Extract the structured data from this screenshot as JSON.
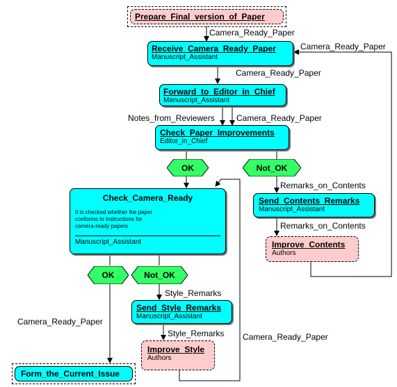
{
  "nodes": {
    "prepare": {
      "title": "Prepare_Final_version_of_Paper"
    },
    "receive": {
      "title": "Receive_Camera_Ready_Paper",
      "role": "Manuscript_Assistant"
    },
    "forward": {
      "title": "Forward_to_Editor_in_Chief",
      "role": "Manuscript_Assistant"
    },
    "check_improvements": {
      "title": "Check_Paper_Improvements",
      "role": "Editor_in_Chief"
    },
    "check_camera": {
      "title": "Check_Camera_Ready",
      "description": [
        "It is checked whether the paper",
        "conforms to Instructions for",
        "camera-ready papers"
      ],
      "role": "Manuscript_Assistant"
    },
    "send_contents": {
      "title": "Send_Contents_Remarks",
      "role": "Manuscript_Assistant"
    },
    "improve_contents": {
      "title": "Improve_Contents",
      "role": "Authors"
    },
    "send_style": {
      "title": "Send_Style_Remarks",
      "role": "Manuscript_Assistant"
    },
    "improve_style": {
      "title": "Improve_Style",
      "role": "Authors"
    },
    "form_issue": {
      "title": "Form_the_Current_Issue"
    }
  },
  "conditions": {
    "ok_1": "OK",
    "not_ok_1": "Not_OK",
    "ok_2": "OK",
    "not_ok_2": "Not_OK"
  },
  "edges": {
    "prepare_to_receive": "Camera_Ready_Paper",
    "receive_to_forward": "Camera_Ready_Paper",
    "forward_notes": "Notes_from_Reviewers",
    "forward_paper": "Camera_Ready_Paper",
    "contents_loop": "Camera_Ready_Paper",
    "not_ok_to_send_contents": "Remarks_on_Contents",
    "send_contents_to_improve": "Remarks_on_Contents",
    "ok_to_form_issue": "Camera_Ready_Paper",
    "not_ok_to_send_style": "Style_Remarks",
    "send_style_to_improve": "Style_Remarks",
    "style_loop": "Camera_Ready_Paper"
  },
  "colors": {
    "function_fill": "#00ffff",
    "external_fill": "#ffcccc",
    "condition_fill": "#33ff66"
  }
}
